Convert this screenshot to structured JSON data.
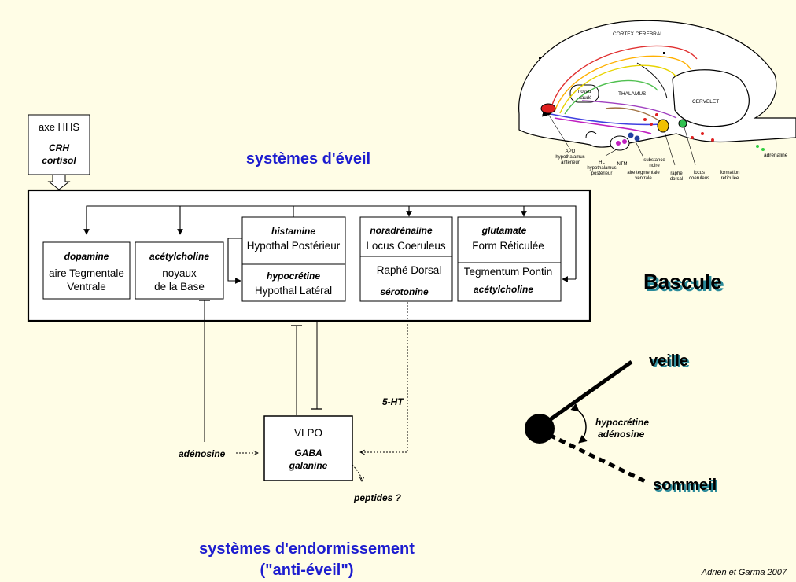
{
  "colors": {
    "background": "#fffde6",
    "title_blue": "#1d1dcf",
    "ink": "#000000"
  },
  "axe_hhs": {
    "title": "axe HHS",
    "line1": "CRH",
    "line2": "cortisol"
  },
  "eveil_title": "systèmes d'éveil",
  "boxes": {
    "dopamine": {
      "neuro": "dopamine",
      "line1": "aire Tegmentale",
      "line2": "Ventrale"
    },
    "acetylcholine": {
      "neuro": "acétylcholine",
      "line1": "noyaux",
      "line2": "de la Base"
    },
    "histamine": {
      "neuro": "histamine",
      "line1": "Hypothal Postérieur"
    },
    "hypocretine": {
      "neuro": "hypocrétine",
      "line1": "Hypothal Latéral"
    },
    "noradrenaline": {
      "neuro": "noradrénaline",
      "line1": "Locus Coeruleus"
    },
    "serotonine": {
      "line1": "Raphé Dorsal",
      "neuro": "sérotonine"
    },
    "glutamate": {
      "neuro": "glutamate",
      "line1": "Form Réticulée"
    },
    "ach_pontin": {
      "line1": "Tegmentum Pontin",
      "neuro": "acétylcholine"
    }
  },
  "vlpo": {
    "title": "VLPO",
    "line1": "GABA",
    "line2": "galanine"
  },
  "labels": {
    "adenosine": "adénosine",
    "ht5": "5-HT",
    "peptides": "peptides ?"
  },
  "bascule": {
    "title": "Bascule",
    "veille": "veille",
    "sommeil": "sommeil",
    "hypocretine": "hypocrétine",
    "adenosine": "adénosine"
  },
  "endormissement": {
    "line1": "systèmes d'endormissement",
    "line2": "(\"anti-éveil\")"
  },
  "brain": {
    "cortex": "CORTEX CEREBRAL",
    "noyau_caude_1": "noyau",
    "noyau_caude_2": "caudé",
    "thalamus": "THALAMUS",
    "cervelet": "CERVELET",
    "adrenaline": "adrénaline",
    "apo": [
      "APO",
      "hypothalamus",
      "antérieur"
    ],
    "hl": [
      "HL",
      "hypothalamus",
      "postérieur"
    ],
    "ntm": [
      "NTM"
    ],
    "substance_noire": [
      "substance",
      "noire"
    ],
    "aire_tegmentale": [
      "aire tegmentale",
      "ventrale"
    ],
    "raphe": [
      "raphé",
      "dorsal"
    ],
    "locus": [
      "locus",
      "coeruleus"
    ],
    "formation": [
      "formation",
      "réticulée"
    ]
  },
  "credit": "Adrien et Garma 2007"
}
